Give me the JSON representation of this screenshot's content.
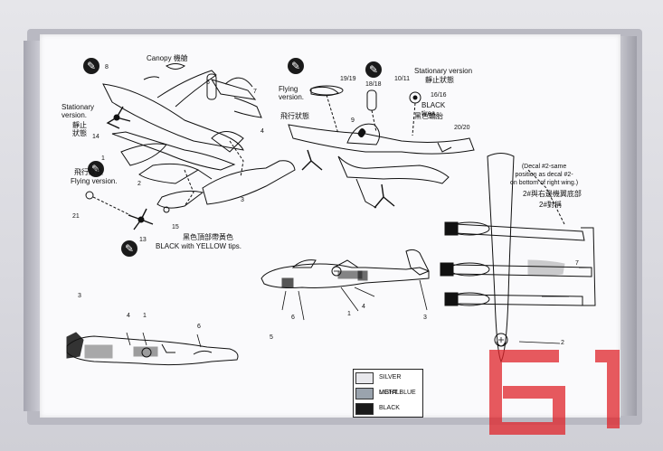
{
  "labels": {
    "canopy": "Canopy 機艙",
    "stationary_left": "Stationary\nversion.",
    "stationary_left_zh": "靜止\n狀態",
    "flying_left_zh": "飛行狀態",
    "flying_left": "Flying version.",
    "prop_tip_zh": "黑色頂部帶黃色",
    "prop_tip": "BLACK with YELLOW tips.",
    "flying_right": "Flying\nversion.",
    "flying_right_zh": "飛行狀態",
    "stationary_right": "Stationary version",
    "stationary_right_zh": "靜止狀態",
    "black_tires": "BLACK\ntires.",
    "black_tires_zh": "黑色輪胎",
    "decal_note": "(Decal #2-same\nposition as decal #2-\non bottom of right wing.)",
    "decal_note_zh": "2#與右邊機翼底部",
    "decal_note_zh2": "2#對稱"
  },
  "part_numbers": {
    "n8": "8",
    "n5": "5",
    "n7": "7",
    "n14": "14",
    "n4": "4",
    "n1": "1",
    "n2": "2",
    "n3": "3",
    "n21": "21",
    "n13": "13",
    "n15": "15",
    "r1919": "19/19",
    "r1818": "18/18",
    "r1011": "10/11",
    "r1616": "16/16",
    "r9": "9",
    "r2020": "20/20",
    "s5": "5",
    "s6": "6",
    "s1": "1",
    "s4": "4",
    "s3": "3",
    "b3": "3",
    "b4": "4",
    "b1": "1",
    "b6": "6",
    "p7": "7",
    "p2": "2"
  },
  "legend": [
    {
      "label": "SILVER METAL",
      "color": "#e8e8ec"
    },
    {
      "label": "LIGHT BLUE",
      "color": "#9aa3ad"
    },
    {
      "label": "BLACK",
      "color": "#1a1a1a"
    }
  ],
  "watermark": "61",
  "colors": {
    "watermark": "#e0242a",
    "sheet": "#fafafc",
    "ink": "#111111"
  }
}
